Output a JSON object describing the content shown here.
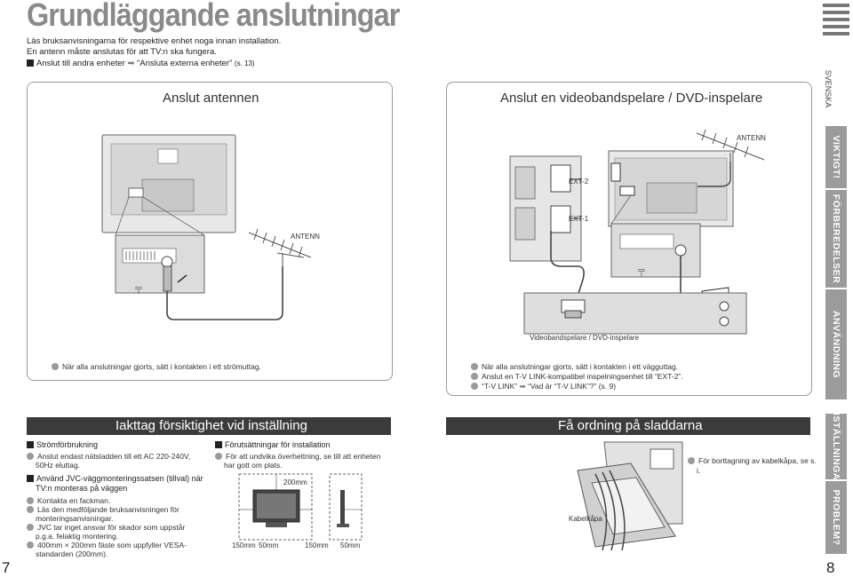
{
  "page": {
    "title": "Grundläggande anslutningar",
    "intro": [
      "Läs bruksanvisningarna för respektive enhet noga innan installation.",
      "En antenn måste anslutas för att TV:n ska fungera.",
      "Anslut till andra enheter",
      "“Ansluta externa enheter”",
      "(s. 13)"
    ],
    "language": "SVENSKA",
    "page_left": "7",
    "page_right": "8"
  },
  "side_tabs": [
    "VIKTIGT!",
    "FÖRBEREDELSER",
    "ANVÄNDNING",
    "INSTÄLLNINGAR",
    "PROBLEM?"
  ],
  "left_panel": {
    "heading": "Anslut antennen",
    "antenna_label": "ANTENN",
    "note": "När alla anslutningar gjorts, sätt i kontakten i ett strömuttag."
  },
  "right_panel": {
    "heading": "Anslut en videobandspelare / DVD-inspelare",
    "antenna_label": "ANTENN",
    "ext2": "EXT-2",
    "ext1": "EXT-1",
    "device_label": "Videobandspelare / DVD-inspelare",
    "notes": [
      "När alla anslutningar gjorts, sätt i kontakten i ett vägguttag.",
      "Anslut en T-V LINK-kompatibel inspelningsenhet till “EXT-2”.",
      "“T-V LINK”",
      "“Vad är “T-V LINK”?” (s. 9)"
    ]
  },
  "caution": {
    "heading": "Iakttag försiktighet vid inställning",
    "power_title": "Strömförbrukning",
    "power_items": [
      "Anslut endast nätsladden till ett AC 220-240V, 50Hz eluttag."
    ],
    "mount_title": "Använd JVC-väggmonteringssatsen (tillval) när TV:n monteras på väggen",
    "mount_items": [
      "Kontakta en fackman.",
      "Läs den medföljande bruksanvisningen för monteringsanvisningar.",
      "JVC tar inget ansvar för skador som uppstår p.g.a. felaktig montering.",
      "400mm × 200mm fäste som uppfyller VESA-standarden (200mm)."
    ],
    "install_title": "Förutsättningar för installation",
    "install_items": [
      "För att undvika överhettning, se till att enheten har gott om plats."
    ],
    "dimensions": [
      "200mm",
      "150mm",
      "50mm",
      "150mm",
      "50mm"
    ]
  },
  "cables": {
    "heading": "Få ordning på sladdarna",
    "item": "För borttagning av kabelkåpa, se s. i.",
    "label": "Kabelkåpa"
  },
  "colors": {
    "heading_gray": "#8a8a8a",
    "tab_gray": "#9b9b9b",
    "bar_dark": "#3b3b3b",
    "line": "#555555"
  }
}
